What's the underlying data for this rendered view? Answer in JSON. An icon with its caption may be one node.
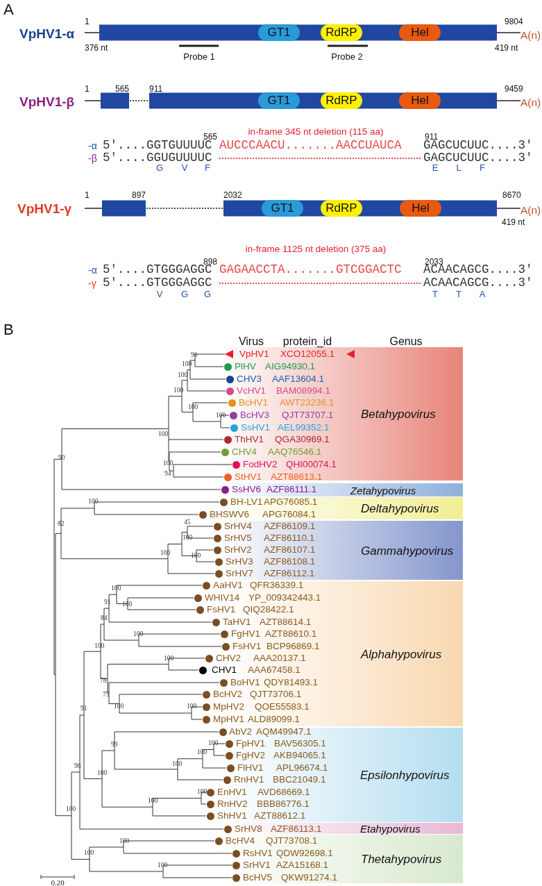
{
  "diagram": {
    "nodes": [
      {
        "text": [
          "GT1"
        ]
      },
      {
        "text": [
          "RdRP"
        ]
      },
      {
        "text": [
          "Hel"
        ]
      },
      {
        "text": [
          "GT1"
        ]
      },
      {
        "text": [
          "RdRP"
        ]
      },
      {
        "text": [
          "Hel"
        ]
      },
      {
        "text": [
          "GT1"
        ]
      },
      {
        "text": [
          "RdRP"
        ]
      },
      {
        "text": [
          "Hel"
        ]
      },
      {
        "text": [
          "Betahypovirus"
        ]
      },
      {
        "text": [
          "Zetahypovirus"
        ]
      },
      {
        "text": [
          "Deltahypovirus"
        ]
      },
      {
        "text": [
          "Gammahypovirus"
        ]
      },
      {
        "text": [
          "Alphahypovirus"
        ]
      },
      {
        "text": [
          "Epsilonhypovirus"
        ]
      },
      {
        "text": [
          "Etahypovirus"
        ]
      },
      {
        "text": [
          "Thetahypovirus"
        ]
      }
    ],
    "labels": [
      "A",
      "1",
      "9804",
      "VpHV1-α",
      "A(n)",
      "376 nt",
      "419 nt",
      "Probe 1",
      "Probe 2",
      "1",
      "565",
      "911",
      "9459",
      "VpHV1-β",
      "A(n)",
      "in-frame 345 nt deletion (115 aa)",
      "565",
      "911",
      "-α",
      "5′....GGTGUUUUC",
      "AUCCCAACU.......AACCUAUCA",
      "GAGCUCUUC....3′",
      "-β",
      "5′....GGUGUUUUC",
      "GAGCUCUUC....3′",
      "G",
      "V",
      "F",
      "E",
      "L",
      "F",
      "1",
      "897",
      "2032",
      "8670",
      "VpHV1-γ",
      "A(n)",
      "419 nt",
      "in-frame 1125 nt deletion (375 aa)",
      "898",
      "2033",
      "-α",
      "5′....GTGGGAGGC",
      "GAGAACCTA.......GTCGGACTC",
      "ACAACAGCG....3′",
      "-γ",
      "5′....GTGGGAGGC",
      "ACAACAGCG....3′",
      "V",
      "G",
      "G",
      "T",
      "T",
      "A",
      "B",
      "Virus",
      "protein_id",
      "Genus",
      "VpHV1",
      "XCO12055.1",
      "PlHV",
      "AIG94930.1",
      "CHV3",
      "AAF13604.1",
      "VcHV1",
      "BAM08994.1",
      "BcHV1",
      "AWT23236.1",
      "BcHV3",
      "QJT73707.1",
      "SsHV1",
      "AEL99352.1",
      "ThHV1",
      "QGA30969.1",
      "CHV4",
      "AAQ76546.1",
      "FodHV2",
      "QHI00074.1",
      "StHV1",
      "AZT88613.1",
      "SsHV6",
      "AZF86111.1",
      "BH-LV1",
      "APG76085.1",
      "BHSWV6",
      "APG76084.1",
      "SrHV4",
      "AZF86109.1",
      "SrHV5",
      "AZF86110.1",
      "SrHV2",
      "AZF86107.1",
      "SrHV3",
      "AZF86108.1",
      "SrHV7",
      "AZF86112.1",
      "AaHV1",
      "QFR36339.1",
      "WHIV14",
      "YP_009342443.1",
      "FsHV1",
      "QIQ28422.1",
      "TaHV1",
      "AZT88614.1",
      "FgHV1",
      "AZT88610.1",
      "FsHV1",
      "BCP96869.1",
      "CHV2",
      "AAA20137.1",
      "CHV1",
      "AAA67458.1",
      "BoHV1",
      "QDY81493.1",
      "BcHV2",
      "QJT73706.1",
      "MpHV2",
      "QOE55583.1",
      "MpHV1",
      "ALD89099.1",
      "AbV2",
      "AQM49947.1",
      "FpHV1",
      "BAV56305.1",
      "FgHV2",
      "AKB94065.1",
      "FlHV1",
      "APL96674.1",
      "RnHV1",
      "BBC21049.1",
      "EnHV1",
      "AVD68669.1",
      "RnHV2",
      "BBB86776.1",
      "ShHV1",
      "AZT88612.1",
      "SrHV8",
      "AZF86113.1",
      "BcHV4",
      "QJT73708.1",
      "RsHV1",
      "QDW92698.1",
      "SrHV1",
      "AZA15168.1",
      "BcHV5",
      "QKW91274.1",
      "96",
      "100",
      "100",
      "100",
      "100",
      "100",
      "100",
      "90",
      "100",
      "94",
      "100",
      "82",
      "45",
      "100",
      "100",
      "100",
      "100",
      "91",
      "100",
      "84",
      "100",
      "100",
      "100",
      "78",
      "75",
      "100",
      "100",
      "91",
      "99",
      "100",
      "100",
      "100",
      "96",
      "100",
      "100",
      "100",
      "100",
      "100",
      "100",
      "100",
      "0.20"
    ]
  }
}
